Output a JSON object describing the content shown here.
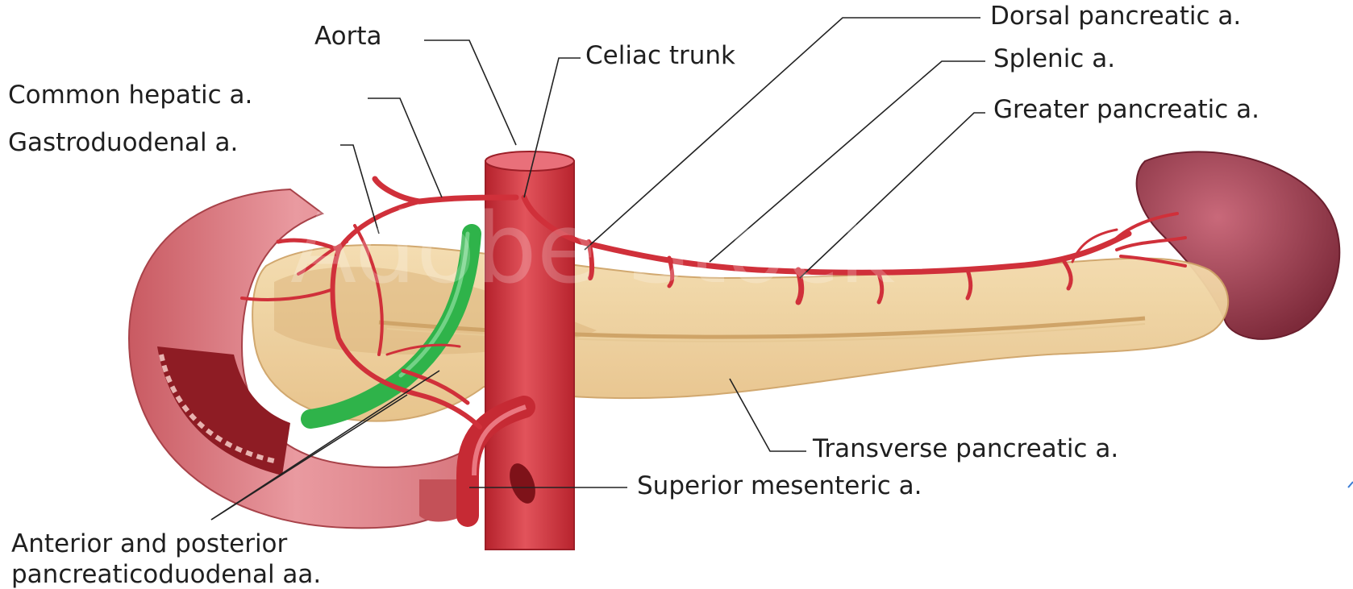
{
  "labels": {
    "aorta": "Aorta",
    "celiac_trunk": "Celiac trunk",
    "common_hepatic": "Common hepatic a.",
    "gastroduodenal": "Gastroduodenal a.",
    "dorsal_pancreatic": "Dorsal pancreatic a.",
    "splenic": "Splenic a.",
    "greater_pancreatic": "Greater pancreatic a.",
    "transverse_pancreatic": "Transverse pancreatic a.",
    "superior_mesenteric": "Superior mesenteric a.",
    "pancreaticoduodenal_line1": "Anterior and posterior",
    "pancreaticoduodenal_line2": "pancreaticoduodenal aa."
  },
  "watermark": "Adobe Stock",
  "colors": {
    "artery": "#d0303a",
    "artery_dark": "#a51f29",
    "pancreas": "#f1d3a0",
    "pancreas_outline": "#d6ad72",
    "duodenum": "#d9747a",
    "duodenum_inner": "#a8262d",
    "spleen": "#9a3c4b",
    "bile_duct": "#2fb34a",
    "leader_line": "#222222"
  }
}
